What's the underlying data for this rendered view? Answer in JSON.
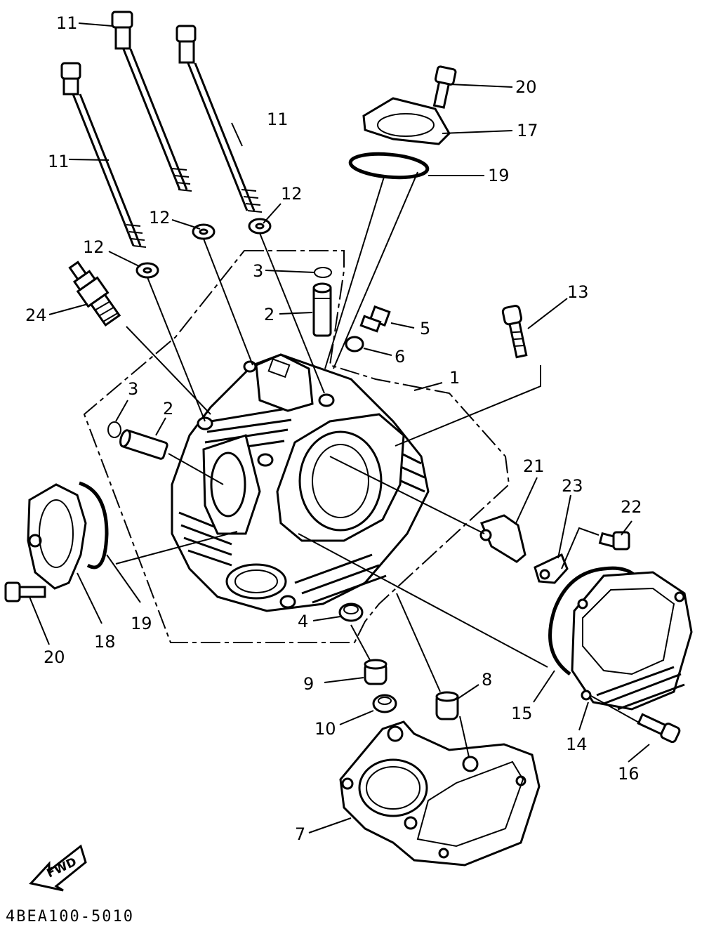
{
  "callouts": [
    {
      "id": "c1",
      "text": "1"
    },
    {
      "id": "c2a",
      "text": "2"
    },
    {
      "id": "c2b",
      "text": "2"
    },
    {
      "id": "c3a",
      "text": "3"
    },
    {
      "id": "c3b",
      "text": "3"
    },
    {
      "id": "c4",
      "text": "4"
    },
    {
      "id": "c5",
      "text": "5"
    },
    {
      "id": "c6",
      "text": "6"
    },
    {
      "id": "c7",
      "text": "7"
    },
    {
      "id": "c8",
      "text": "8"
    },
    {
      "id": "c9",
      "text": "9"
    },
    {
      "id": "c10",
      "text": "10"
    },
    {
      "id": "c11a",
      "text": "11"
    },
    {
      "id": "c11b",
      "text": "11"
    },
    {
      "id": "c11c",
      "text": "11"
    },
    {
      "id": "c12a",
      "text": "12"
    },
    {
      "id": "c12b",
      "text": "12"
    },
    {
      "id": "c12c",
      "text": "12"
    },
    {
      "id": "c13",
      "text": "13"
    },
    {
      "id": "c14",
      "text": "14"
    },
    {
      "id": "c15",
      "text": "15"
    },
    {
      "id": "c16",
      "text": "16"
    },
    {
      "id": "c17",
      "text": "17"
    },
    {
      "id": "c18",
      "text": "18"
    },
    {
      "id": "c19a",
      "text": "19"
    },
    {
      "id": "c19b",
      "text": "19"
    },
    {
      "id": "c20a",
      "text": "20"
    },
    {
      "id": "c20b",
      "text": "20"
    },
    {
      "id": "c21",
      "text": "21"
    },
    {
      "id": "c22",
      "text": "22"
    },
    {
      "id": "c23",
      "text": "23"
    },
    {
      "id": "c24",
      "text": "24"
    }
  ],
  "fwd_label": "FWD",
  "drawing_code": "4BEA100-5010"
}
